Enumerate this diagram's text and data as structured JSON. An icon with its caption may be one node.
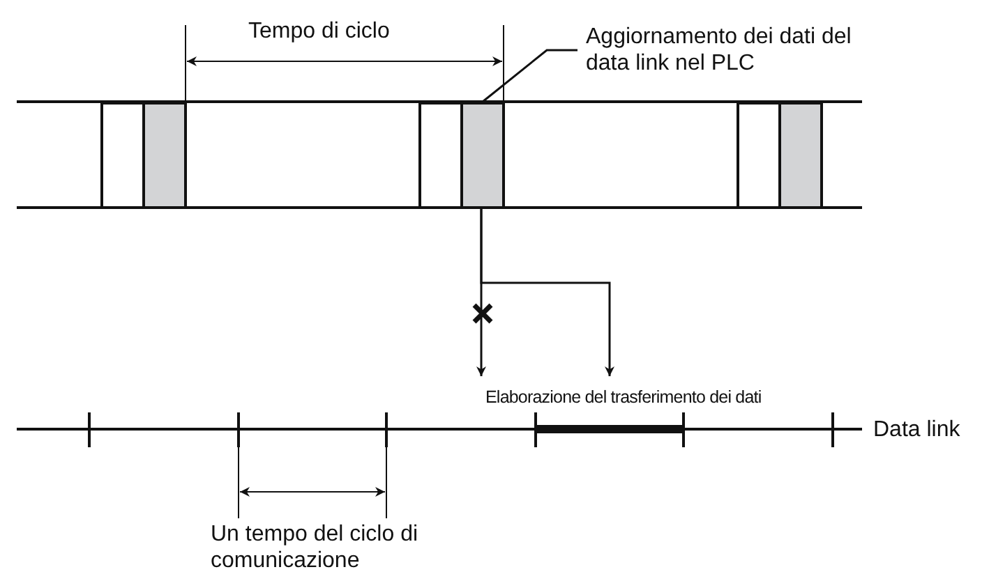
{
  "diagram": {
    "nodes": [
      {
        "text": [
          "Aggiornamento dei dati del data link nel PLC"
        ]
      },
      {
        "text": [],
        "shape": "box"
      },
      {
        "text": [],
        "shape": "box"
      },
      {
        "text": [],
        "shape": "box"
      },
      {
        "text": [],
        "shape": "box"
      },
      {
        "text": [],
        "shape": "box"
      },
      {
        "text": [],
        "shape": "box"
      },
      {
        "text": [
          "Elaborazione del trasferimento dei dati"
        ]
      }
    ],
    "edges": [
      {
        "from": 0,
        "to": 4,
        "arrow": "none"
      },
      {
        "from": 4,
        "to": 7,
        "arrow": "to"
      },
      {
        "from": 4,
        "to": 7,
        "arrow": "to"
      }
    ],
    "labels": [
      "Tempo di ciclo",
      "Data link",
      "Un tempo del ciclo di comunicazione"
    ]
  }
}
